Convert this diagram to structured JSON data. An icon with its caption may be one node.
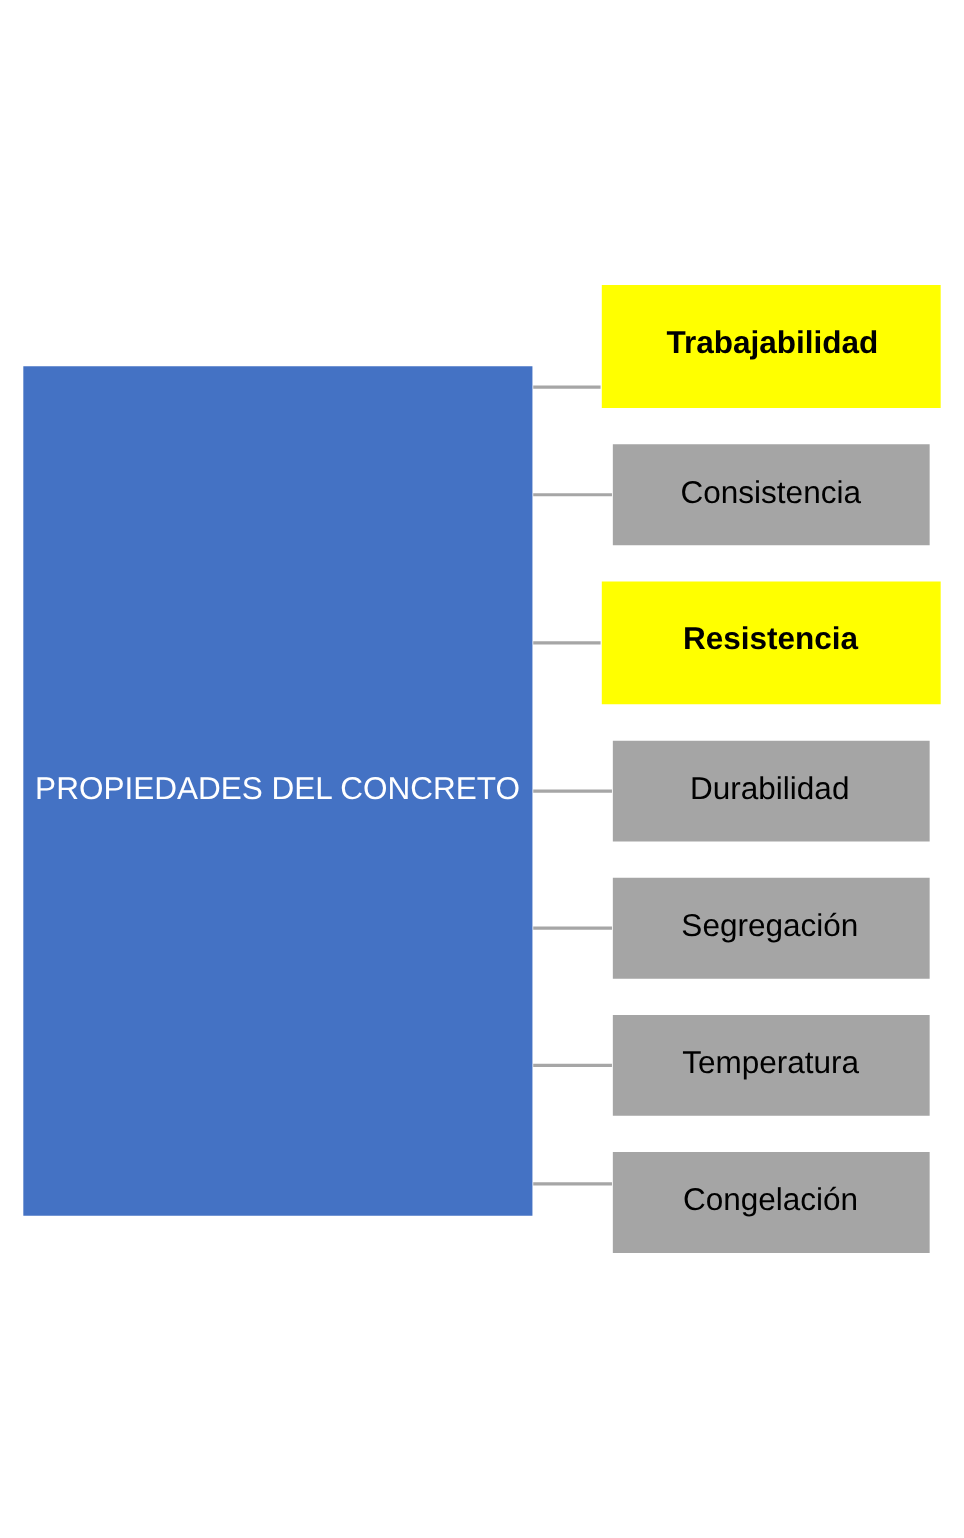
{
  "diagram": {
    "nodes": [
      {
        "text": [
          "PROPIEDADES DEL CONCRETO"
        ]
      },
      {
        "text": [
          "Trabajabilidad"
        ]
      },
      {
        "text": [
          "Consistencia"
        ]
      },
      {
        "text": [
          "Resistencia"
        ]
      },
      {
        "text": [
          "Durabilidad"
        ]
      },
      {
        "text": [
          "Segregación"
        ]
      },
      {
        "text": [
          "Temperatura"
        ]
      },
      {
        "text": [
          "Congelación"
        ]
      }
    ],
    "edges": [
      {
        "from": 0,
        "to": 1,
        "arrow": "none"
      },
      {
        "from": 0,
        "to": 2,
        "arrow": "none"
      },
      {
        "from": 0,
        "to": 3,
        "arrow": "none"
      },
      {
        "from": 0,
        "to": 4,
        "arrow": "none"
      },
      {
        "from": 0,
        "to": 5,
        "arrow": "none"
      },
      {
        "from": 0,
        "to": 6,
        "arrow": "none"
      },
      {
        "from": 0,
        "to": 7,
        "arrow": "none"
      }
    ]
  }
}
